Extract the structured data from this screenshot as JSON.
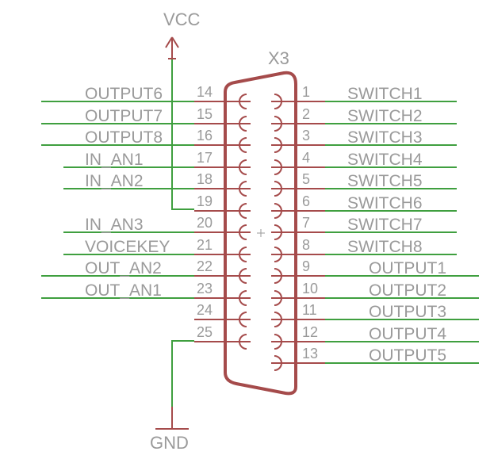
{
  "part": {
    "name": "X3",
    "type": "DB25 connector"
  },
  "supply": {
    "top": "VCC",
    "bottom": "GND"
  },
  "left_pins": [
    {
      "pin": "14",
      "net": "OUTPUT6",
      "label_style": "long"
    },
    {
      "pin": "15",
      "net": "OUTPUT7",
      "label_style": "long"
    },
    {
      "pin": "16",
      "net": "OUTPUT8",
      "label_style": "long"
    },
    {
      "pin": "17",
      "net": "IN_AN1",
      "label_style": "short"
    },
    {
      "pin": "18",
      "net": "IN_AN2",
      "label_style": "short"
    },
    {
      "pin": "19",
      "net": "VCC",
      "label_style": "none"
    },
    {
      "pin": "20",
      "net": "IN_AN3",
      "label_style": "short"
    },
    {
      "pin": "21",
      "net": "VOICEKEY",
      "label_style": "short"
    },
    {
      "pin": "22",
      "net": "OUT_AN2",
      "label_style": "long"
    },
    {
      "pin": "23",
      "net": "OUT_AN1",
      "label_style": "long"
    },
    {
      "pin": "24",
      "net": "",
      "label_style": "none"
    },
    {
      "pin": "25",
      "net": "GND",
      "label_style": "none"
    }
  ],
  "right_pins": [
    {
      "pin": "1",
      "net": "SWITCH1",
      "label_style": "short"
    },
    {
      "pin": "2",
      "net": "SWITCH2",
      "label_style": "short"
    },
    {
      "pin": "3",
      "net": "SWITCH3",
      "label_style": "short"
    },
    {
      "pin": "4",
      "net": "SWITCH4",
      "label_style": "short"
    },
    {
      "pin": "5",
      "net": "SWITCH5",
      "label_style": "short"
    },
    {
      "pin": "6",
      "net": "SWITCH6",
      "label_style": "short"
    },
    {
      "pin": "7",
      "net": "SWITCH7",
      "label_style": "short"
    },
    {
      "pin": "8",
      "net": "SWITCH8",
      "label_style": "short"
    },
    {
      "pin": "9",
      "net": "OUTPUT1",
      "label_style": "long"
    },
    {
      "pin": "10",
      "net": "OUTPUT2",
      "label_style": "long"
    },
    {
      "pin": "11",
      "net": "OUTPUT3",
      "label_style": "long"
    },
    {
      "pin": "12",
      "net": "OUTPUT4",
      "label_style": "long"
    },
    {
      "pin": "13",
      "net": "OUTPUT5",
      "label_style": "long"
    }
  ],
  "colors": {
    "net": "#3f9f3f",
    "symbol": "#a54b4b",
    "text": "#9a9a9a"
  }
}
